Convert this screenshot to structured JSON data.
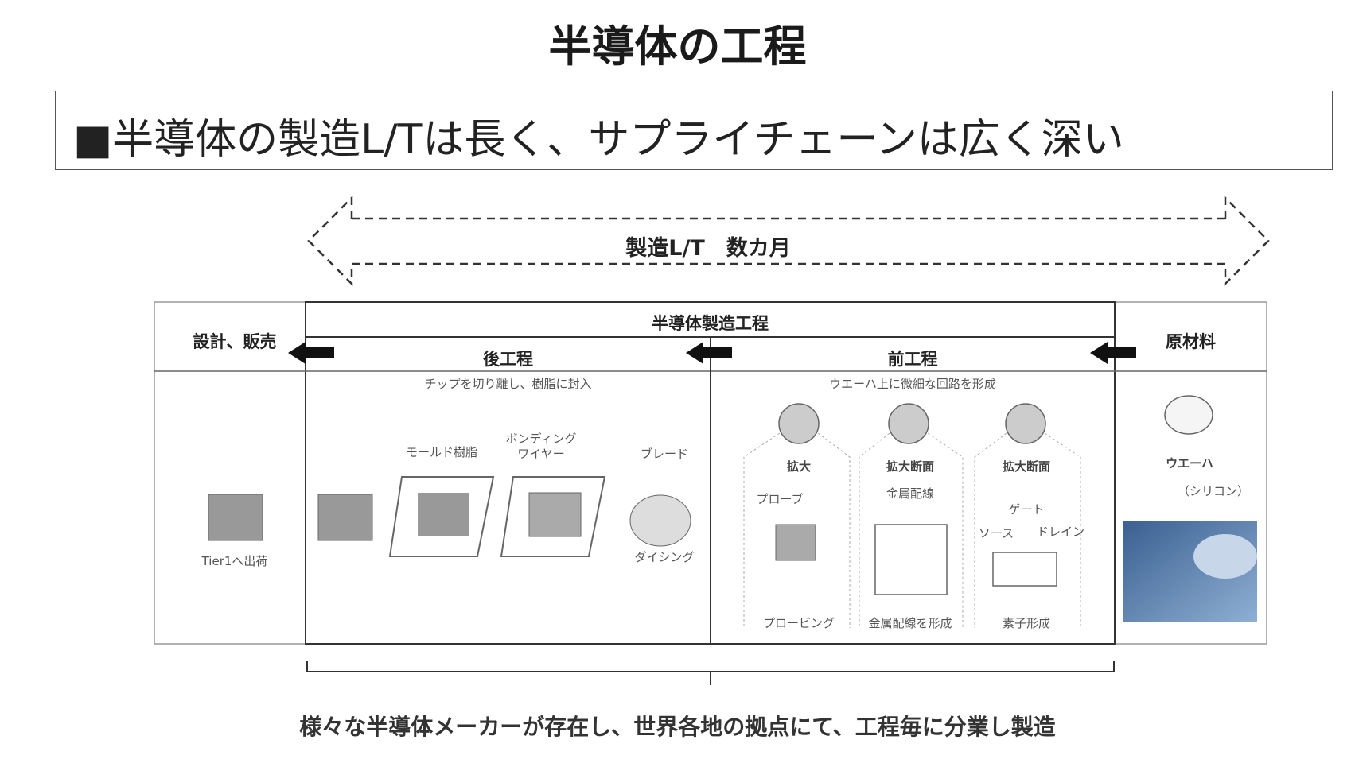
{
  "title": "半導体の工程",
  "subtitle": "■半導体の製造L/Tは長く、サプライチェーンは広く深い",
  "lead_time": "製造L/T　数カ月",
  "diagram": {
    "manufacturing_header": "半導体製造工程",
    "design_sales": {
      "label": "設計、販売",
      "ship": "Tier1へ出荷"
    },
    "back_end": {
      "label": "後工程",
      "desc": "チップを切り離し、樹脂に封入",
      "mold": "モールド樹脂",
      "bonding1": "ボンディング",
      "bonding2": "ワイヤー",
      "blade": "ブレード",
      "dicing": "ダイシング"
    },
    "front_end": {
      "label": "前工程",
      "desc": "ウエーハ上に微細な回路を形成",
      "panels": [
        {
          "head": "拡大",
          "sub": "プローブ",
          "caption": "プロービング"
        },
        {
          "head": "拡大断面",
          "sub": "金属配線",
          "caption": "金属配線を形成"
        },
        {
          "head": "拡大断面",
          "gate": "ゲート",
          "source": "ソース",
          "drain": "ドレイン",
          "caption": "素子形成"
        }
      ]
    },
    "raw_material": {
      "label": "原材料",
      "wafer": "ウエーハ",
      "silicon": "（シリコン）"
    }
  },
  "footer": "様々な半導体メーカーが存在し、世界各地の拠点にて、工程毎に分業し製造"
}
